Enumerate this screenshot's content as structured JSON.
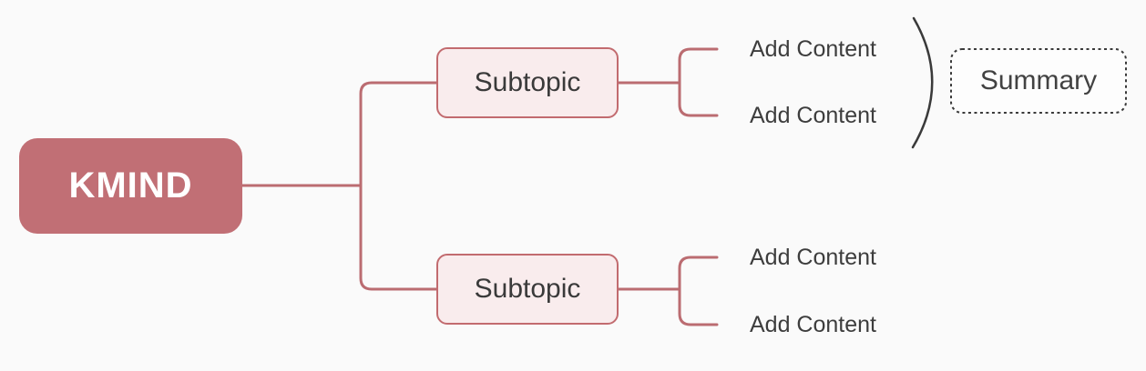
{
  "colors": {
    "background": "#fafafa",
    "root_fill": "#c16f75",
    "root_text": "#ffffff",
    "branch_line": "#bb6c71",
    "subtopic_fill": "#f9eced",
    "subtopic_border": "#c26b6f",
    "subtopic_text": "#3a3a3a",
    "leaf_text": "#3d3d3d",
    "summary_line": "#3a3a3a",
    "summary_fill": "#fdfdfd",
    "summary_text": "#424242"
  },
  "mindmap": {
    "root": {
      "label": "KMIND"
    },
    "branches": [
      {
        "topic": {
          "label": "Subtopic"
        },
        "children": [
          {
            "label": "Add Content"
          },
          {
            "label": "Add Content"
          }
        ],
        "summary": {
          "label": "Summary"
        }
      },
      {
        "topic": {
          "label": "Subtopic"
        },
        "children": [
          {
            "label": "Add Content"
          },
          {
            "label": "Add Content"
          }
        ]
      }
    ]
  }
}
